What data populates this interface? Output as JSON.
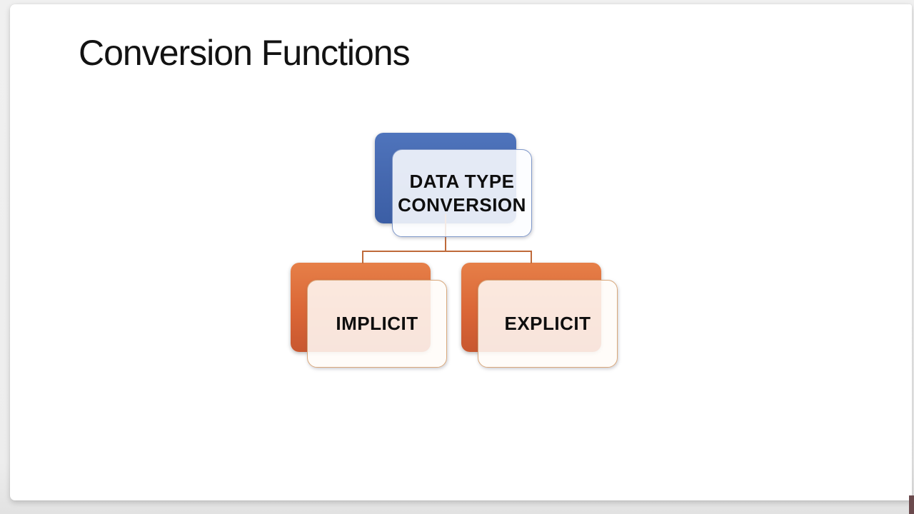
{
  "window": {
    "frame_color": "#ededed",
    "corner_accent_color": "#6b4a4d"
  },
  "slide": {
    "title": "Conversion Functions",
    "background": "#ffffff",
    "title_color": "#121212"
  },
  "diagram": {
    "type": "hierarchy",
    "connector_color": "#bf6a3a",
    "root": {
      "label": "DATA TYPE CONVERSION",
      "back_color": "#4467ae",
      "front_border_color": "#7e97c9"
    },
    "children": [
      {
        "label": "IMPLICIT",
        "back_color": "#da6636",
        "front_border_color": "#d9a87b"
      },
      {
        "label": "EXPLICIT",
        "back_color": "#da6636",
        "front_border_color": "#d9a87b"
      }
    ]
  }
}
